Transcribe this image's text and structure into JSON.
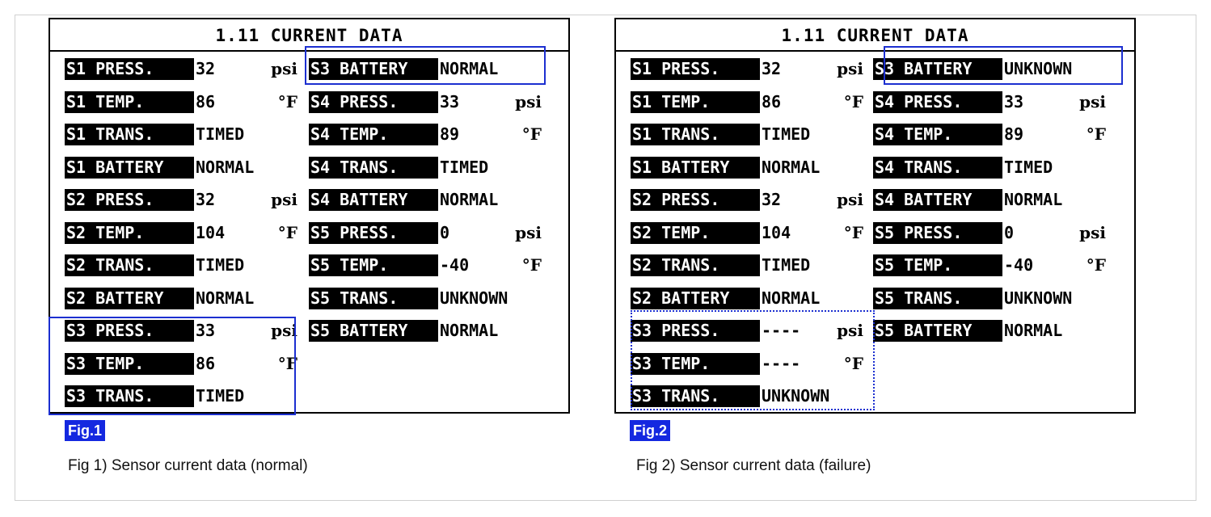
{
  "figures": [
    {
      "title": "1.11 CURRENT DATA",
      "tag": "Fig.1",
      "caption": "Fig 1) Sensor current data (normal)",
      "left_col": [
        {
          "label": "S1 PRESS.",
          "value": "32",
          "unit": "psi"
        },
        {
          "label": "S1 TEMP.",
          "value": "86",
          "unit": "°F"
        },
        {
          "label": "S1 TRANS.",
          "value": "TIMED",
          "unit": ""
        },
        {
          "label": "S1 BATTERY",
          "value": "NORMAL",
          "unit": ""
        },
        {
          "label": "S2 PRESS.",
          "value": "32",
          "unit": "psi"
        },
        {
          "label": "S2 TEMP.",
          "value": "104",
          "unit": "°F"
        },
        {
          "label": "S2 TRANS.",
          "value": "TIMED",
          "unit": ""
        },
        {
          "label": "S2 BATTERY",
          "value": "NORMAL",
          "unit": ""
        },
        {
          "label": "S3 PRESS.",
          "value": "33",
          "unit": "psi"
        },
        {
          "label": "S3 TEMP.",
          "value": "86",
          "unit": "°F"
        },
        {
          "label": "S3 TRANS.",
          "value": "TIMED",
          "unit": ""
        }
      ],
      "right_col": [
        {
          "label": "S3 BATTERY",
          "value": "NORMAL",
          "unit": ""
        },
        {
          "label": "S4 PRESS.",
          "value": "33",
          "unit": "psi"
        },
        {
          "label": "S4 TEMP.",
          "value": "89",
          "unit": "°F"
        },
        {
          "label": "S4 TRANS.",
          "value": "TIMED",
          "unit": ""
        },
        {
          "label": "S4 BATTERY",
          "value": "NORMAL",
          "unit": ""
        },
        {
          "label": "S5 PRESS.",
          "value": "0",
          "unit": "psi"
        },
        {
          "label": "S5 TEMP.",
          "value": "-40",
          "unit": "°F"
        },
        {
          "label": "S5 TRANS.",
          "value": "UNKNOWN",
          "unit": ""
        },
        {
          "label": "S5 BATTERY",
          "value": "NORMAL",
          "unit": ""
        }
      ]
    },
    {
      "title": "1.11 CURRENT DATA",
      "tag": "Fig.2",
      "caption": "Fig 2) Sensor current data (failure)",
      "left_col": [
        {
          "label": "S1 PRESS.",
          "value": "32",
          "unit": "psi"
        },
        {
          "label": "S1 TEMP.",
          "value": "86",
          "unit": "°F"
        },
        {
          "label": "S1 TRANS.",
          "value": "TIMED",
          "unit": ""
        },
        {
          "label": "S1 BATTERY",
          "value": "NORMAL",
          "unit": ""
        },
        {
          "label": "S2 PRESS.",
          "value": "32",
          "unit": "psi"
        },
        {
          "label": "S2 TEMP.",
          "value": "104",
          "unit": "°F"
        },
        {
          "label": "S2 TRANS.",
          "value": "TIMED",
          "unit": ""
        },
        {
          "label": "S2 BATTERY",
          "value": "NORMAL",
          "unit": ""
        },
        {
          "label": "S3 PRESS.",
          "value": "----",
          "unit": "psi"
        },
        {
          "label": "S3 TEMP.",
          "value": "----",
          "unit": "°F"
        },
        {
          "label": "S3 TRANS.",
          "value": "UNKNOWN",
          "unit": ""
        }
      ],
      "right_col": [
        {
          "label": "S3 BATTERY",
          "value": "UNKNOWN",
          "unit": ""
        },
        {
          "label": "S4 PRESS.",
          "value": "33",
          "unit": "psi"
        },
        {
          "label": "S4 TEMP.",
          "value": "89",
          "unit": "°F"
        },
        {
          "label": "S4 TRANS.",
          "value": "TIMED",
          "unit": ""
        },
        {
          "label": "S4 BATTERY",
          "value": "NORMAL",
          "unit": ""
        },
        {
          "label": "S5 PRESS.",
          "value": "0",
          "unit": "psi"
        },
        {
          "label": "S5 TEMP.",
          "value": "-40",
          "unit": "°F"
        },
        {
          "label": "S5 TRANS.",
          "value": "UNKNOWN",
          "unit": ""
        },
        {
          "label": "S5 BATTERY",
          "value": "NORMAL",
          "unit": ""
        }
      ]
    }
  ]
}
